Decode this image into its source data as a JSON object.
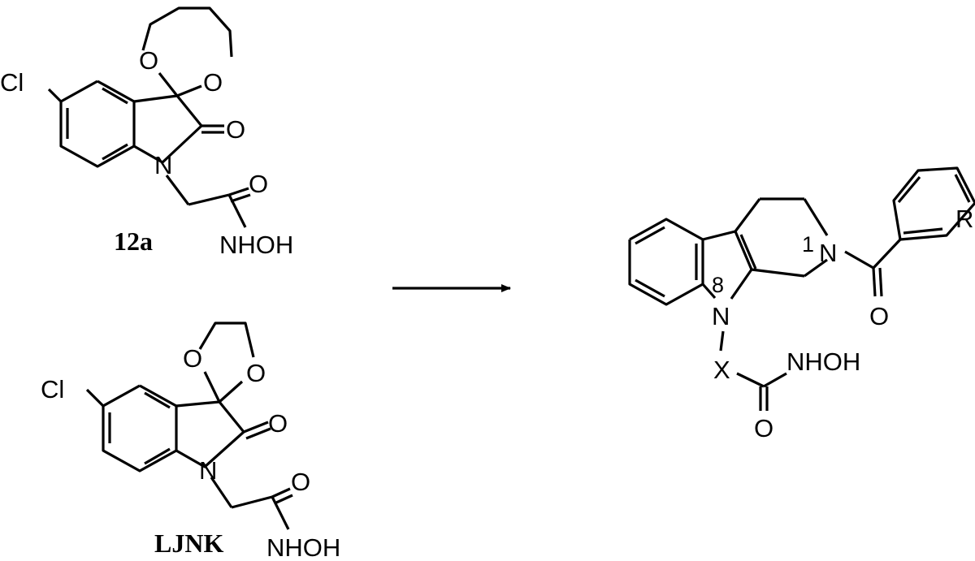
{
  "compound_12a": {
    "name": "12a",
    "cl": "Cl",
    "o_ring_left": "O",
    "o_ring_right": "O",
    "o_carbonyl": "O",
    "n": "N",
    "o_amide": "O",
    "nhoh": "NHOH"
  },
  "compound_ljnk": {
    "name": "LJNK",
    "cl": "Cl",
    "o_ring_left": "O",
    "o_ring_right": "O",
    "o_carbonyl": "O",
    "n": "N",
    "o_amide": "O",
    "nhoh": "NHOH"
  },
  "product": {
    "n1_locant": "1",
    "n8_locant": "8",
    "n1": "N",
    "n8": "N",
    "x": "X",
    "nhoh": "NHOH",
    "o_amide": "O",
    "o_benzoyl": "O",
    "r": "R"
  }
}
